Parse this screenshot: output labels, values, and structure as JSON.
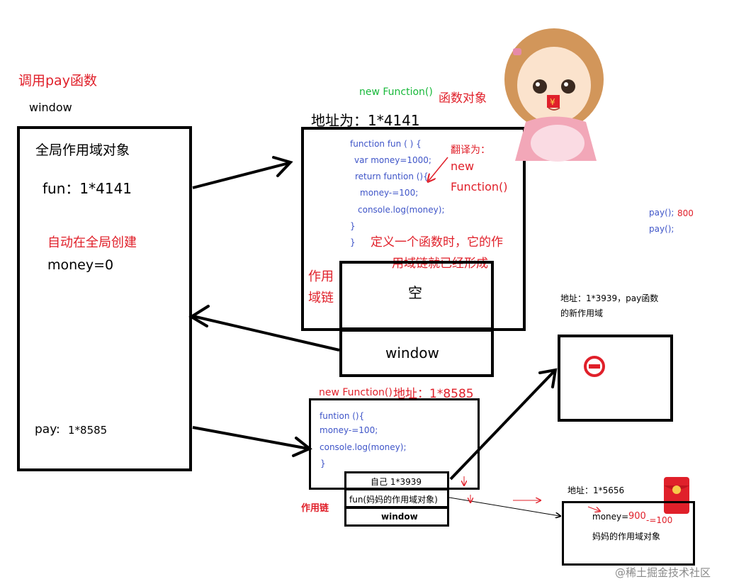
{
  "header": {
    "title": "调用pay函数",
    "window_label": "window"
  },
  "global_scope": {
    "title": "全局作用域对象",
    "fun_entry": "fun：1*4141",
    "auto_note": "自动在全局创建",
    "money": "money=0",
    "pay_label": "pay:",
    "pay_addr": "1*8585"
  },
  "fun_object": {
    "new_function": "new Function()",
    "label": "函数对象",
    "address": "地址为：1*4141",
    "code_lines": [
      "function fun  ( )  {",
      "  var money=1000;",
      "  return funtion (){",
      "    money-=100;",
      "  console.log(money);",
      "}",
      "}"
    ],
    "translate_label": "翻译为：",
    "translate_value_1": "new",
    "translate_value_2": "Function()",
    "scope_chain_note_1": "定义一个函数时，它的作",
    "scope_chain_note_2": "用域链就已经形成",
    "scope_chain_label_1": "作用",
    "scope_chain_label_2": "域链",
    "chain_empty": "空",
    "chain_window": "window"
  },
  "pay_calls": {
    "call_1": "pay();",
    "result": "800",
    "call_2": "pay();"
  },
  "pay_scope": {
    "line_1": "地址：1*3939，pay函数",
    "line_2": "的新作用域",
    "icon": "no-entry-icon"
  },
  "inner_fun": {
    "new_function": "new Function()",
    "address": "地址：1*8585",
    "code_lines": [
      "funtion (){",
      "    money-=100;",
      "  console.log(money);",
      "}"
    ],
    "chain_label": "作用链",
    "chain_self": "自己 1*3939",
    "chain_parent": "fun(妈妈的作用域对象)",
    "chain_window": "window"
  },
  "mom_scope": {
    "address": "地址：1*5656",
    "money_label": "money=",
    "money_value": "900",
    "minus": "-=100",
    "label": "妈妈的作用域对象"
  },
  "watermark": "@稀土掘金技术社区",
  "colors": {
    "red": "#e0202a",
    "code_blue": "#3f55c8",
    "green": "#18b83a",
    "black": "#000000"
  }
}
